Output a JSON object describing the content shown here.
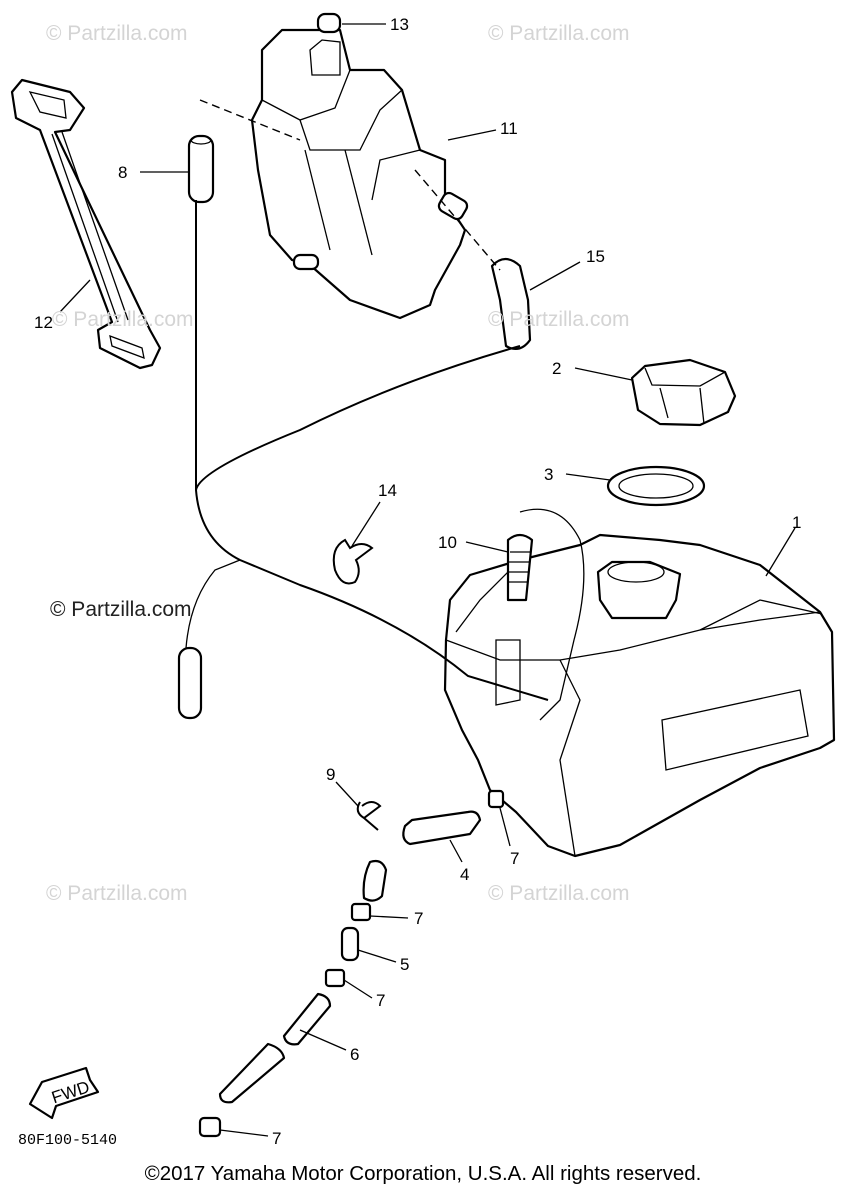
{
  "watermarks": [
    "© Partzilla.com",
    "© Partzilla.com",
    "© Partzilla.com",
    "© Partzilla.com",
    "© Partzilla.com",
    "© Partzilla.com",
    "© Partzilla.com"
  ],
  "callouts": [
    "13",
    "11",
    "8",
    "12",
    "15",
    "2",
    "3",
    "14",
    "10",
    "1",
    "9",
    "4",
    "7",
    "7",
    "5",
    "7",
    "6",
    "7"
  ],
  "fwd_label": "FWD",
  "part_number": "80F100-5140",
  "copyright": "©2017 Yamaha Motor Corporation, U.S.A. All rights reserved."
}
